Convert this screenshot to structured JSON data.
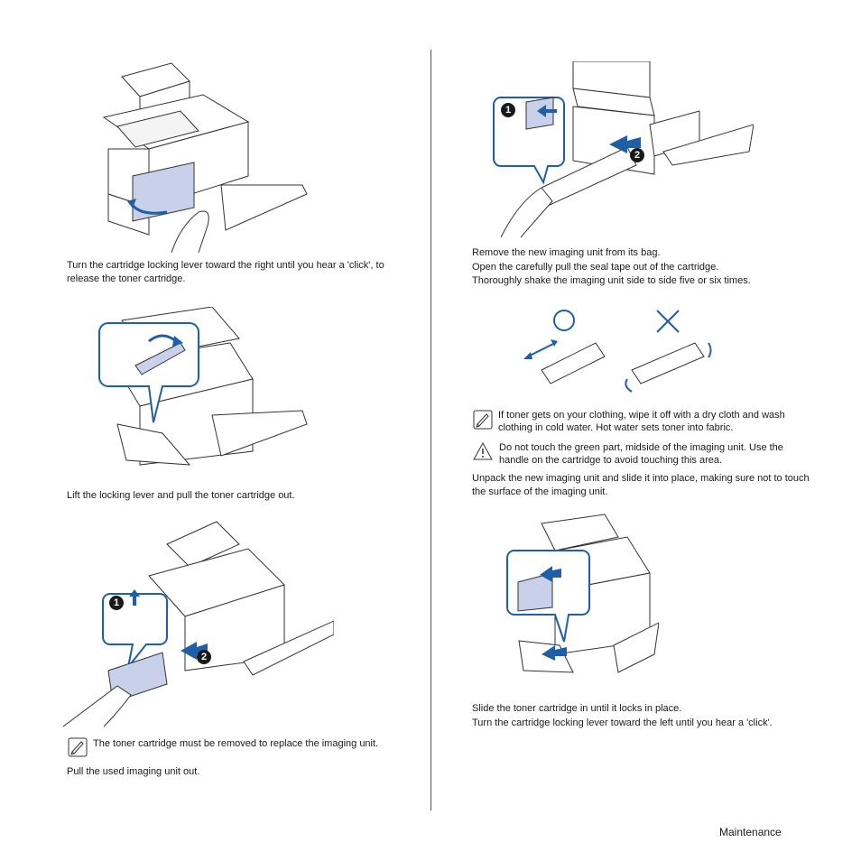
{
  "left": {
    "step1_text": "Turn the cartridge locking lever toward the right until you hear a 'click', to release the toner cartridge.",
    "step2_text": "Lift the locking lever and pull the toner cartridge out.",
    "note_text": "The toner cartridge must be removed to replace the imaging unit.",
    "step4_text": "Pull the used imaging unit out.",
    "callout_1": "1",
    "callout_2": "2"
  },
  "right": {
    "line1": "Remove the new imaging unit from its bag.",
    "line2": "Open the carefully pull the seal tape out of the cartridge.",
    "line3": "Thoroughly shake the imaging unit side to side five or six times.",
    "note_text": "If toner gets on your clothing, wipe it off with a dry cloth and wash clothing in cold water. Hot water sets toner into fabric.",
    "warn_text": "Do not touch the green part, midside of the imaging unit. Use the handle on the cartridge to avoid touching this area.",
    "unpack_text": "Unpack the new imaging unit and slide it into place, making sure not to touch the surface of the imaging unit.",
    "slide_line1": "Slide the toner cartridge in until it locks in place.",
    "slide_line2": "Turn the cartridge locking lever toward the left until you hear a 'click'.",
    "callout_1": "1",
    "callout_2": "2"
  },
  "footer": {
    "section": "Maintenance"
  },
  "colors": {
    "accent_blue": "#1f5fa8",
    "cartridge_fill": "#c9d0ea",
    "line": "#333333"
  }
}
